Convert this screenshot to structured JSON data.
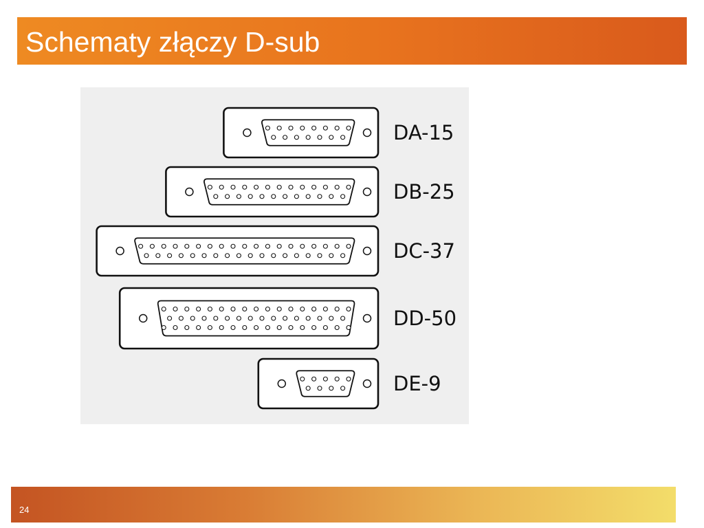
{
  "slide": {
    "title": "Schematy złączy D-sub",
    "page_number": "24"
  },
  "colors": {
    "title_bar": "#e8731e",
    "footer_start": "#c45422",
    "footer_end": "#f3dd6a",
    "panel": "#efefef",
    "connector_stroke": "#111111",
    "connector_fill": "#ffffff"
  },
  "connectors": [
    {
      "name": "DA-15",
      "pin_rows": [
        8,
        7
      ]
    },
    {
      "name": "DB-25",
      "pin_rows": [
        13,
        12
      ]
    },
    {
      "name": "DC-37",
      "pin_rows": [
        19,
        18
      ]
    },
    {
      "name": "DD-50",
      "pin_rows": [
        17,
        16,
        17
      ]
    },
    {
      "name": "DE-9",
      "pin_rows": [
        5,
        4
      ]
    }
  ]
}
